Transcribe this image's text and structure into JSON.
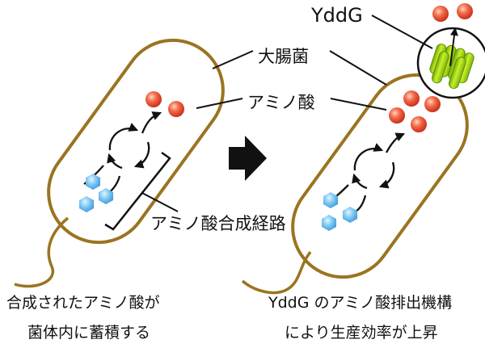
{
  "labels": {
    "yddg": "YddG",
    "ecoli": "大腸菌",
    "amino_acid": "アミノ酸",
    "pathway": "アミノ酸合成経路"
  },
  "captions": {
    "left_line1": "合成されたアミノ酸が",
    "left_line2": "菌体内に蓄積する",
    "right_line1": "YddG のアミノ酸排出機構",
    "right_line2": "により生産効率が上昇"
  },
  "colors": {
    "cell_outline": "#9a7420",
    "amino_acid": "#e8412a",
    "hexagon": "#5fb8ee",
    "transporter": "#9fd40f",
    "arrow": "#111111"
  },
  "icons": {
    "process_arrow": "right-arrow-icon",
    "cycle": "circular-arrows-icon",
    "molecule": "hexagon-icon",
    "transporter": "channel-protein-icon"
  }
}
